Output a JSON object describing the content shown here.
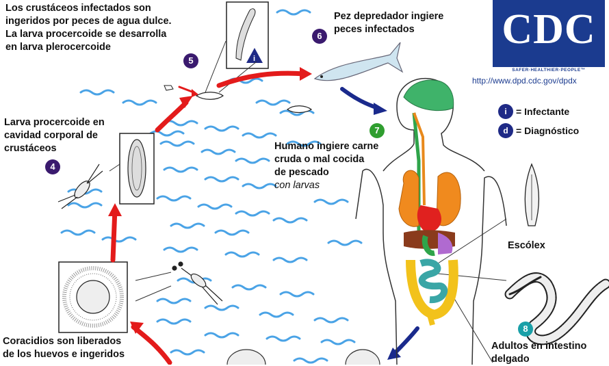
{
  "logo": {
    "text": "CDC",
    "tagline": "SAFER·HEALTHIER·PEOPLE™",
    "url": "http://www.dpd.cdc.gov/dpdx",
    "color": "#1b3b8f"
  },
  "legend": {
    "infective_symbol": "i",
    "infective_label": "= Infectante",
    "diagnostic_symbol": "d",
    "diagnostic_label": "= Diagnóstico"
  },
  "stages": {
    "s4": {
      "number": "4",
      "line1": "Larva procercoide en",
      "line2": "cavidad corporal de",
      "line3": "crustáceos"
    },
    "s5": {
      "number": "5",
      "line1": "Los crustáceos infectados son",
      "line2": "ingeridos por peces de agua dulce.",
      "line3": "La larva procercoide se desarrolla",
      "line4": "en larva plerocercoide"
    },
    "s6": {
      "number": "6",
      "line1": "Pez depredador ingiere",
      "line2": "peces infectados"
    },
    "s7": {
      "number": "7",
      "line1": "Humano ingiere carne",
      "line2": "cruda o mal cocida",
      "line3": "de pescado",
      "line4": "con larvas"
    },
    "s8": {
      "number": "8",
      "line1": "Adultos en intestino",
      "line2": "delgado"
    },
    "s3": {
      "line1": "Coracidios son liberados",
      "line2": "de los huevos e ingeridos"
    },
    "scolex": {
      "label": "Escólex"
    }
  },
  "colors": {
    "arrow_red": "#e31b1b",
    "arrow_blue": "#1a2a8c",
    "water": "#4aa3e6",
    "badge_purple": "#3a1a6e",
    "badge_green": "#2f9e2f",
    "badge_teal": "#1aa0a8",
    "infective_triangle": "#1f2a86"
  }
}
